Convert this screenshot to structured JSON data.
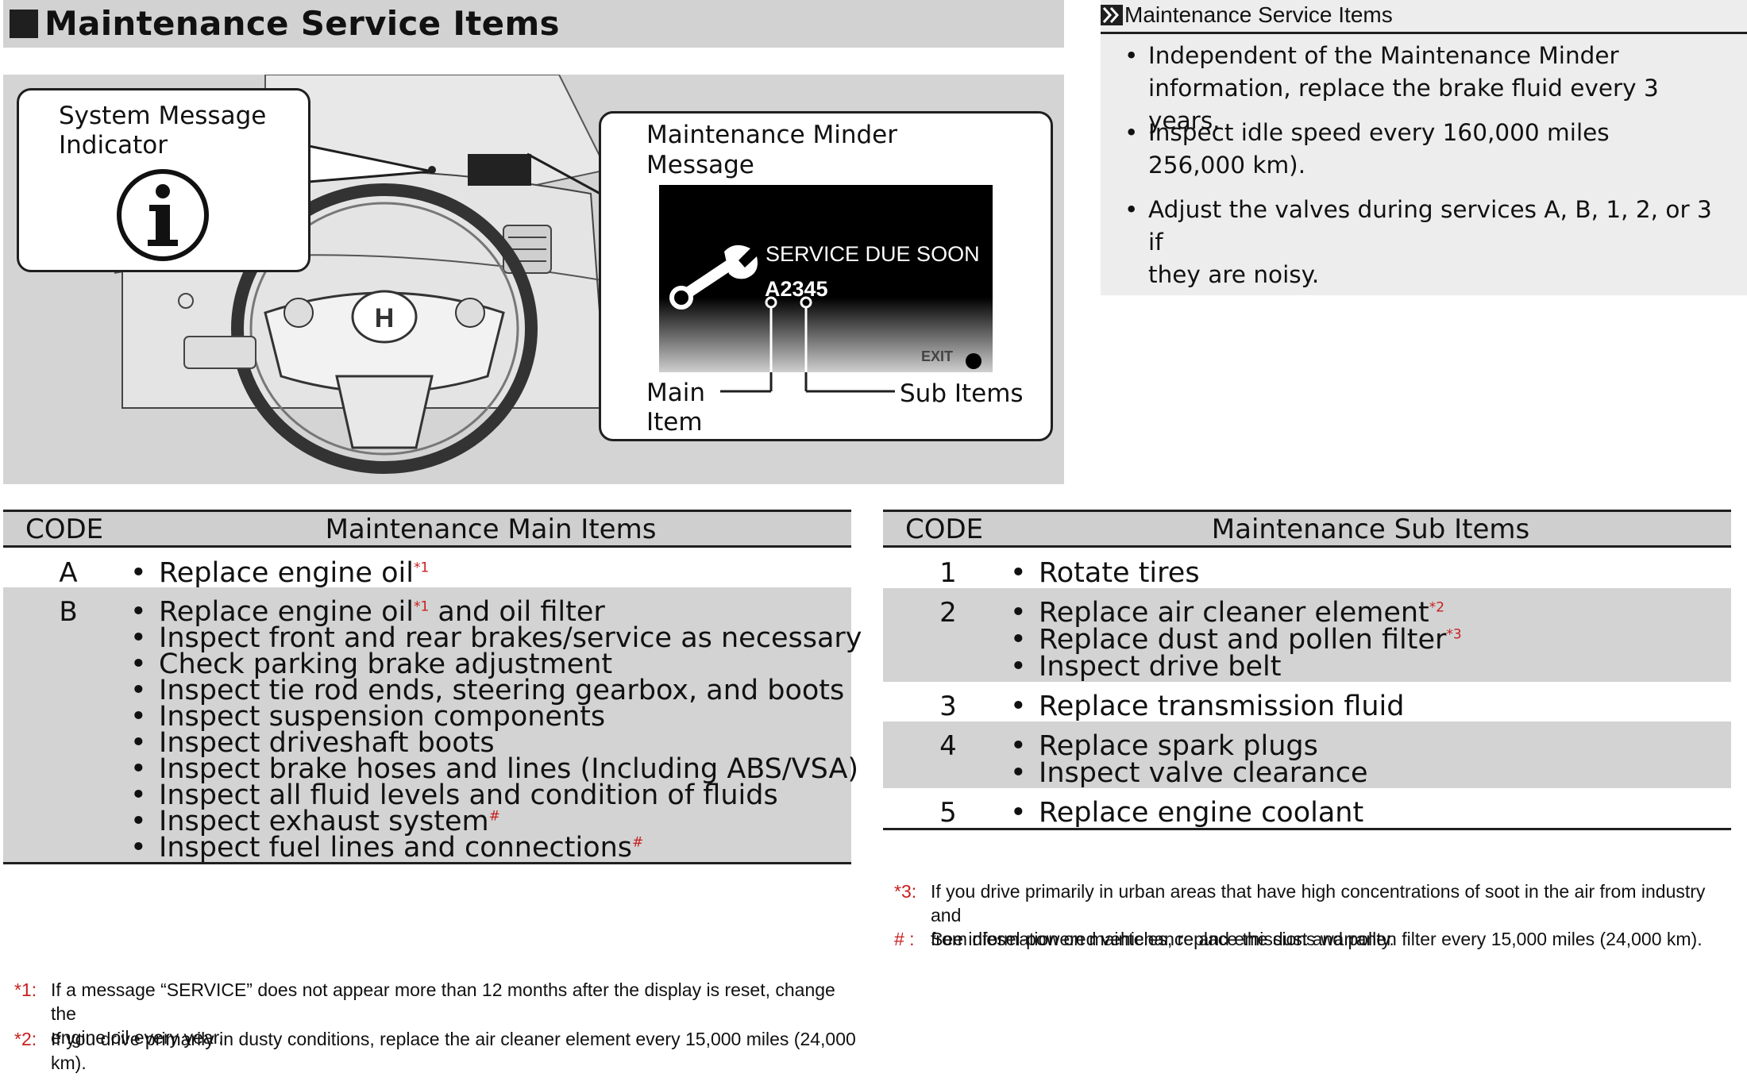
{
  "title": "Maintenance Service Items",
  "illustration": {
    "indicator_label": [
      "System Message",
      "Indicator"
    ],
    "indicator_icon": "info-icon",
    "minder_label": [
      "Maintenance Minder",
      "Message"
    ],
    "display_line1": "SERVICE DUE SOON",
    "display_code_main": "A",
    "display_code_sub": "2345",
    "display_exit": "EXIT",
    "main_item_label": [
      "Main",
      "Item"
    ],
    "sub_items_label": "Sub Items"
  },
  "notes": {
    "header": "Maintenance Service Items",
    "items": [
      [
        "Independent of the Maintenance Minder",
        "information, replace the brake fluid every 3 years."
      ],
      [
        "Inspect idle speed every 160,000 miles",
        "256,000 km)."
      ],
      [
        "Adjust the valves during services A, B, 1, 2, or 3 if",
        "they are noisy."
      ]
    ]
  },
  "main_table": {
    "code_header": "CODE",
    "items_header": "Maintenance Main Items",
    "rows": [
      {
        "code": "A",
        "items": [
          {
            "text": "Replace engine oil",
            "sup": "*1"
          }
        ]
      },
      {
        "code": "B",
        "items": [
          {
            "text": "Replace engine oil",
            "sup": "*1",
            "after": " and oil filter"
          },
          {
            "text": "Inspect front and rear brakes/service as necessary"
          },
          {
            "text": "Check parking brake adjustment"
          },
          {
            "text": "Inspect tie rod ends, steering gearbox, and boots"
          },
          {
            "text": "Inspect suspension components"
          },
          {
            "text": "Inspect driveshaft boots"
          },
          {
            "text": "Inspect brake hoses and lines (Including ABS/VSA)"
          },
          {
            "text": "Inspect all fluid levels and condition of fluids"
          },
          {
            "text": "Inspect exhaust system",
            "sup": "#"
          },
          {
            "text": "Inspect fuel lines and connections",
            "sup": "#"
          }
        ]
      }
    ]
  },
  "sub_table": {
    "code_header": "CODE",
    "items_header": "Maintenance Sub Items",
    "rows": [
      {
        "code": "1",
        "items": [
          {
            "text": "Rotate tires"
          }
        ]
      },
      {
        "code": "2",
        "items": [
          {
            "text": "Replace air cleaner element",
            "sup": "*2"
          },
          {
            "text": "Replace dust and pollen filter",
            "sup": "*3"
          },
          {
            "text": "Inspect drive belt"
          }
        ]
      },
      {
        "code": "3",
        "items": [
          {
            "text": "Replace transmission fluid"
          }
        ]
      },
      {
        "code": "4",
        "items": [
          {
            "text": "Replace spark plugs"
          },
          {
            "text": "Inspect valve clearance"
          }
        ]
      },
      {
        "code": "5",
        "items": [
          {
            "text": "Replace engine coolant"
          }
        ]
      }
    ]
  },
  "footnotes_left": [
    {
      "mark": "*1:",
      "lines": [
        "If a message “SERVICE” does not appear more than 12 months after the display is reset, change the",
        "engine oil every year."
      ]
    },
    {
      "mark": "*2:",
      "lines": [
        "If you drive primarily in dusty conditions, replace the air cleaner element every 15,000 miles (24,000",
        "km)."
      ]
    }
  ],
  "footnotes_right": [
    {
      "mark": "*3:",
      "lines": [
        "If you drive primarily in urban areas that have high concentrations of soot in the air from industry and",
        "from diesel-powered vehicles, replace the dust and pollen filter every 15,000 miles (24,000 km)."
      ]
    },
    {
      "mark": "# :",
      "lines": [
        "See information on maintenance and emissions warranty."
      ]
    }
  ],
  "colors": {
    "accent_red": "#c81e1e",
    "shade": "#d3d3d3",
    "ink": "#1f1f1f"
  }
}
